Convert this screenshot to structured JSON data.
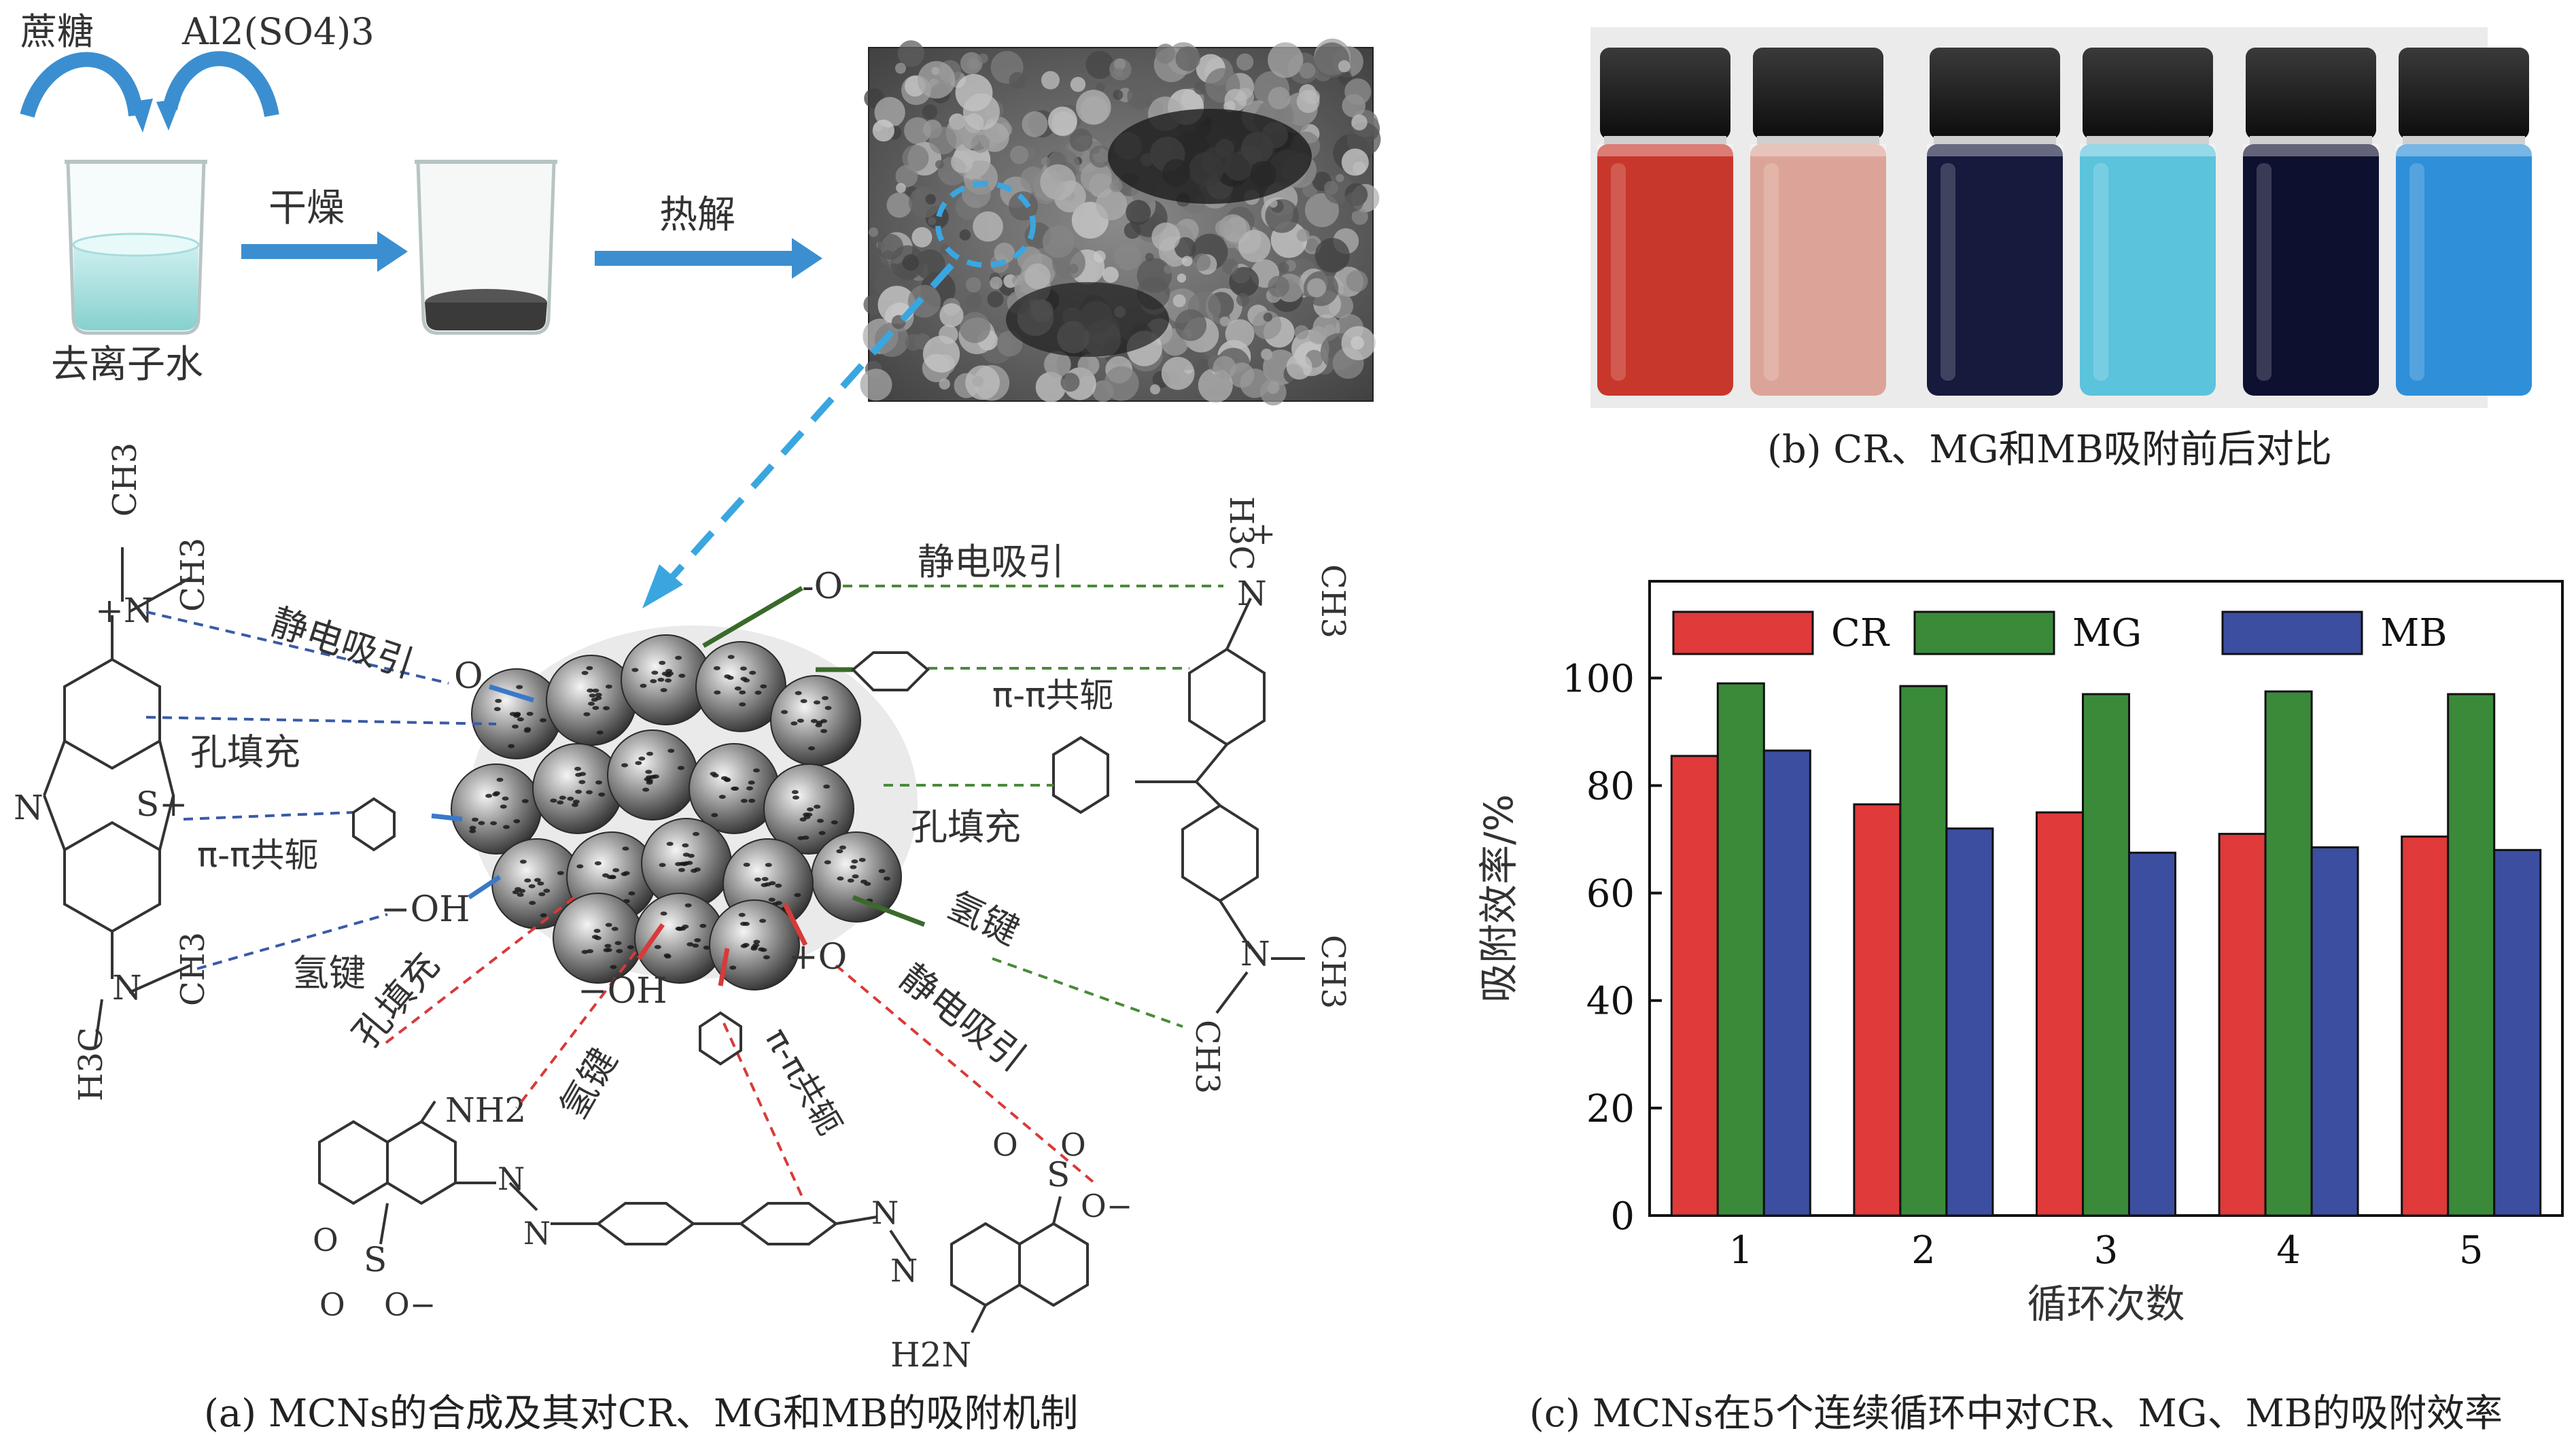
{
  "panel_a": {
    "inputs": {
      "sucrose": "蔗糖",
      "aluminum_sulfate": "Al2(SO4)3",
      "water": "去离子水"
    },
    "steps": {
      "dry": "干燥",
      "pyrolysis": "热解"
    },
    "mechanism_labels": {
      "electrostatic": "静电吸引",
      "pore_filling": "孔填充",
      "pi_pi": "π-π共轭",
      "hydrogen_bond": "氢键",
      "oxygen_anion": "O",
      "oxygen_cation": "+O",
      "oxygen_minus": "-O",
      "hydroxyl": "−OH",
      "hydroxyl_minus": "−OH"
    },
    "mb_molecule": {
      "n": "N",
      "s_plus": "S+",
      "n_plus": "+N",
      "ch3": "CH3",
      "h3c": "H3C",
      "n_amine": "N"
    },
    "mg_molecule": {
      "h3c": "H3C",
      "n_plus": "N",
      "plus": "+",
      "ch3": "CH3",
      "n_amine": "N"
    },
    "cr_molecule": {
      "nh2": "NH2",
      "h2n": "H2N",
      "so3": "S",
      "o": "O",
      "o_minus": "O−",
      "n": "N"
    },
    "caption": "(a) MCNs的合成及其对CR、MG和MB的吸附机制"
  },
  "panel_b": {
    "caption": "(b) CR、MG和MB吸附前后对比",
    "vials": [
      {
        "liquid": "#c8372b"
      },
      {
        "liquid": "#dca498"
      },
      {
        "liquid": "#161a3c"
      },
      {
        "liquid": "#5cc3dc"
      },
      {
        "liquid": "#0e1030"
      },
      {
        "liquid": "#2f8fd8"
      }
    ]
  },
  "panel_c": {
    "caption": "(c) MCNs在5个连续循环中对CR、MG、MB的吸附效率"
  },
  "chart_data": {
    "type": "bar",
    "xlabel": "循环次数",
    "ylabel": "吸附效率/%",
    "categories": [
      "1",
      "2",
      "3",
      "4",
      "5"
    ],
    "ylim": [
      0,
      118
    ],
    "yticks": [
      0,
      20,
      40,
      60,
      80,
      100
    ],
    "grid": false,
    "legend_position": "top",
    "series": [
      {
        "name": "CR",
        "color": "#e03a3a",
        "values": [
          85.5,
          76.5,
          75,
          71,
          70.5
        ]
      },
      {
        "name": "MG",
        "color": "#3a8a3a",
        "values": [
          99,
          98.5,
          97,
          97.5,
          97
        ]
      },
      {
        "name": "MB",
        "color": "#3c4ea0",
        "values": [
          86.5,
          72,
          67.5,
          68.5,
          68
        ]
      }
    ]
  }
}
